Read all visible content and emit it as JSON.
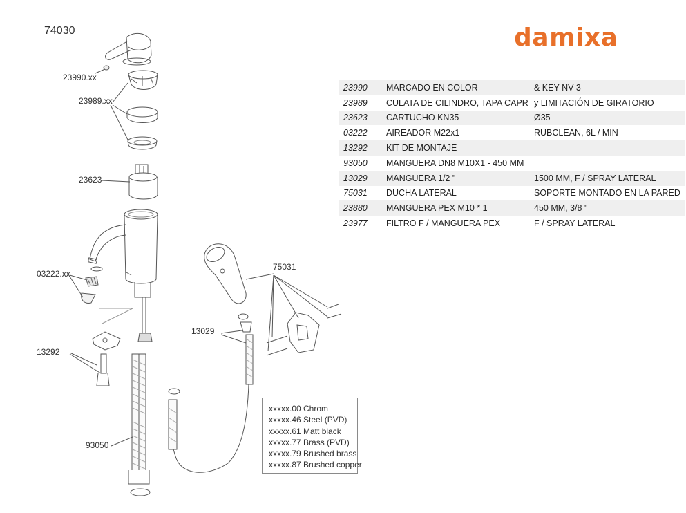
{
  "model_number": "74030",
  "brand": {
    "name": "damixa",
    "color": "#e8702a"
  },
  "callouts": {
    "c23990": "23990.xx",
    "c23989": "23989.xx",
    "c23623": "23623",
    "c03222": "03222.xx",
    "c13292": "13292",
    "c93050": "93050",
    "c75031": "75031",
    "c13029": "13029"
  },
  "parts": [
    {
      "code": "23990",
      "description": "MARCADO EN COLOR",
      "note": "& KEY NV 3"
    },
    {
      "code": "23989",
      "description": "CULATA DE CILINDRO, TAPA CAPR",
      "note": "y LIMITACIÓN DE GIRATORIO"
    },
    {
      "code": "23623",
      "description": "CARTUCHO KN35",
      "note": "Ø35"
    },
    {
      "code": "03222",
      "description": "AIREADOR M22x1",
      "note": "RUBCLEAN, 6L / MIN"
    },
    {
      "code": "13292",
      "description": "KIT DE MONTAJE",
      "note": ""
    },
    {
      "code": "93050",
      "description": "MANGUERA DN8 M10X1  - 450 MM",
      "note": ""
    },
    {
      "code": "13029",
      "description": "MANGUERA 1/2 \"",
      "note": "1500 MM, F / SPRAY LATERAL"
    },
    {
      "code": "75031",
      "description": "DUCHA LATERAL",
      "note": "SOPORTE MONTADO EN LA PARED"
    },
    {
      "code": "23880",
      "description": "MANGUERA PEX M10 * 1",
      "note": "450 MM, 3/8 \""
    },
    {
      "code": "23977",
      "description": "FILTRO F / MANGUERA PEX",
      "note": "F / SPRAY LATERAL"
    }
  ],
  "finishes": [
    "xxxxx.00 Chrom",
    "xxxxx.46 Steel (PVD)",
    "xxxxx.61 Matt black",
    "xxxxx.77 Brass (PVD)",
    "xxxxx.79 Brushed brass",
    "xxxxx.87 Brushed copper"
  ]
}
